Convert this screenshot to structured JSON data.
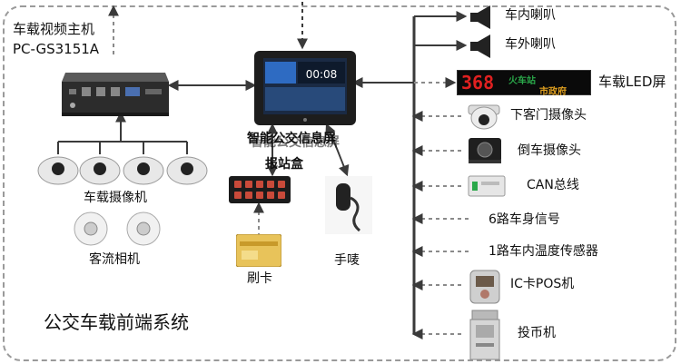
{
  "system_title": "公交车载前端系统",
  "host": {
    "line1": "车载视频主机",
    "line2": "PC-GS3151A"
  },
  "center_screen": {
    "label_primary": "智能公交信息屏",
    "label_overlap": "智能公交信息屏",
    "box_label": "报站盒",
    "screen_time": "00:08"
  },
  "left_devices": {
    "cameras_label": "车载摄像机",
    "counter_label": "客流相机",
    "card_label": "刷卡",
    "mic_label": "手唛"
  },
  "led": {
    "number": "368",
    "text_top": "火车站",
    "text_arrow": "市政府",
    "label": "车载LED屏"
  },
  "right_devices": [
    {
      "label": "车内喇叭",
      "icon": "speaker-icon"
    },
    {
      "label": "车外喇叭",
      "icon": "speaker-icon"
    },
    {
      "label": "车载LED屏",
      "icon": "led-display-icon"
    },
    {
      "label": "下客门摄像头",
      "icon": "dome-camera-icon"
    },
    {
      "label": "倒车摄像头",
      "icon": "reverse-camera-icon"
    },
    {
      "label": "CAN总线",
      "icon": "can-module-icon"
    },
    {
      "label": "6路车身信号",
      "icon": ""
    },
    {
      "label": "1路车内温度传感器",
      "icon": ""
    },
    {
      "label": "IC卡POS机",
      "icon": "pos-machine-icon"
    },
    {
      "label": "投币机",
      "icon": "coin-box-icon"
    }
  ],
  "colors": {
    "led_green": "#2aa84a",
    "led_red": "#e02020",
    "line": "#3a3a3a",
    "dashed": "#8a8a8a"
  }
}
